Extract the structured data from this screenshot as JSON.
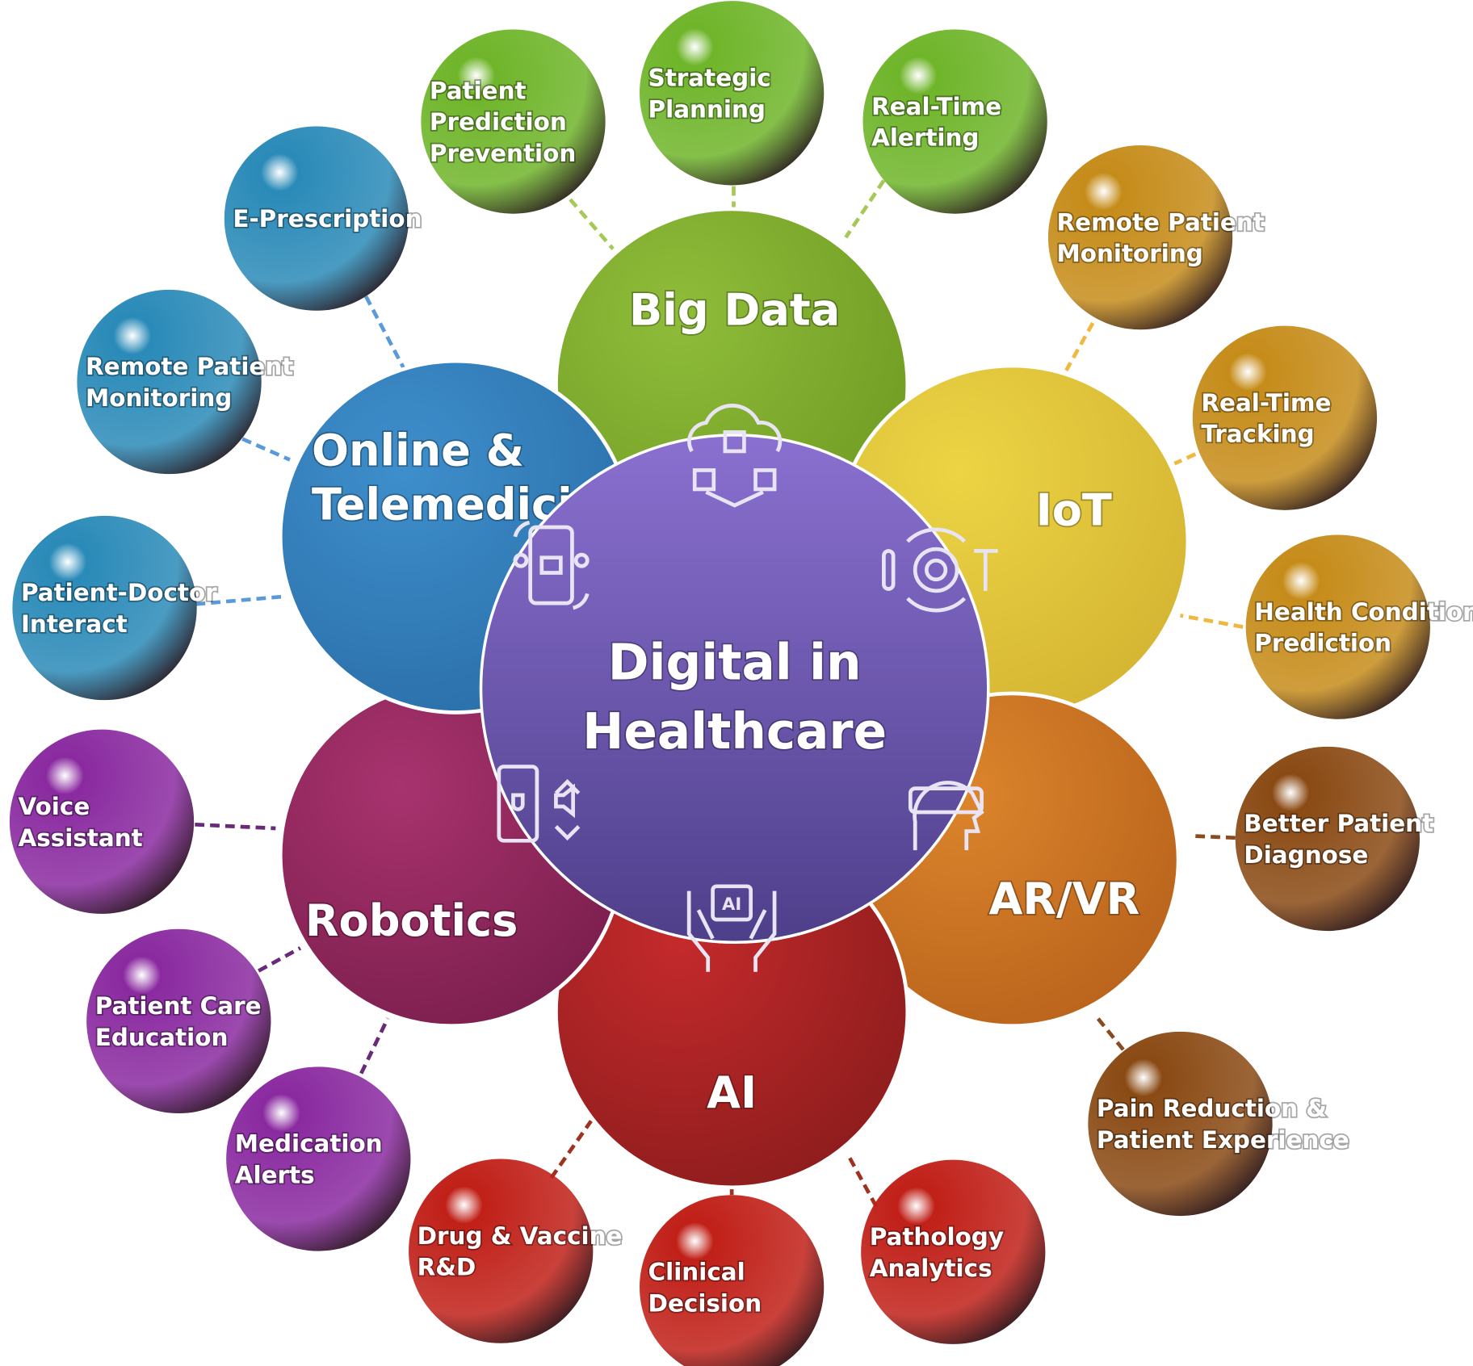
{
  "center": {
    "line1": "Digital in",
    "line2": "Healthcare"
  },
  "petals": [
    {
      "id": "big-data",
      "lines": [
        "Big Data"
      ],
      "color": "#8fbd3a",
      "dark": "#6f9a22",
      "icon": "cloud-network-icon",
      "satellites": [
        [
          "Patient",
          "Prediction",
          "Prevention"
        ],
        [
          "Strategic",
          "Planning"
        ],
        [
          "Real-Time",
          "Alerting"
        ]
      ],
      "sat_color": "#6fb52a",
      "line_color": "#a6c857"
    },
    {
      "id": "iot",
      "lines": [
        "IoT"
      ],
      "color": "#ecd444",
      "dark": "#d4b432",
      "icon": "iot-signal-icon",
      "satellites": [
        [
          "Remote Patient",
          "Monitoring"
        ],
        [
          "Real-Time",
          "Tracking"
        ],
        [
          "Health Condition",
          "Prediction"
        ]
      ],
      "sat_color": "#c68c1a",
      "line_color": "#f0b840"
    },
    {
      "id": "ar-vr",
      "lines": [
        "AR/VR"
      ],
      "color": "#dc852c",
      "dark": "#b8621c",
      "icon": "vr-headset-icon",
      "satellites": [
        [
          "Better Patient",
          "Diagnose"
        ],
        [
          "Pain Reduction &",
          "Patient Experience"
        ]
      ],
      "sat_color": "#8a4a14",
      "line_color": "#8a4a20"
    },
    {
      "id": "ai",
      "lines": [
        "AI"
      ],
      "color": "#c42a2c",
      "dark": "#8c1c1c",
      "icon": "ai-chip-hands-icon",
      "satellites": [
        [
          "Drug & Vaccine",
          "R&D"
        ],
        [
          "Clinical",
          "Decision"
        ],
        [
          "Pathology",
          "Analytics"
        ]
      ],
      "sat_color": "#c02018",
      "line_color": "#a03020"
    },
    {
      "id": "robotics",
      "lines": [
        "Robotics"
      ],
      "color": "#a8336e",
      "dark": "#7a1e4c",
      "icon": "voice-phone-icon",
      "satellites": [
        [
          "Voice",
          "Assistant"
        ],
        [
          "Patient Care",
          "Education"
        ],
        [
          "Medication",
          "Alerts"
        ]
      ],
      "sat_color": "#8a2aa0",
      "line_color": "#6a2a7a"
    },
    {
      "id": "online-telemedicine",
      "lines": [
        "Online &",
        "Telemedicine"
      ],
      "color": "#3e8fcc",
      "dark": "#2a6ea8",
      "icon": "telemedicine-phone-icon",
      "satellites": [
        [
          "E-Prescription"
        ],
        [
          "Remote Patient",
          "Monitoring"
        ],
        [
          "Patient-Doctor",
          "Interact"
        ]
      ],
      "sat_color": "#2a8ab8",
      "line_color": "#5a9ad8"
    }
  ],
  "center_colors": [
    "#8a70d0",
    "#4e3f8a"
  ]
}
